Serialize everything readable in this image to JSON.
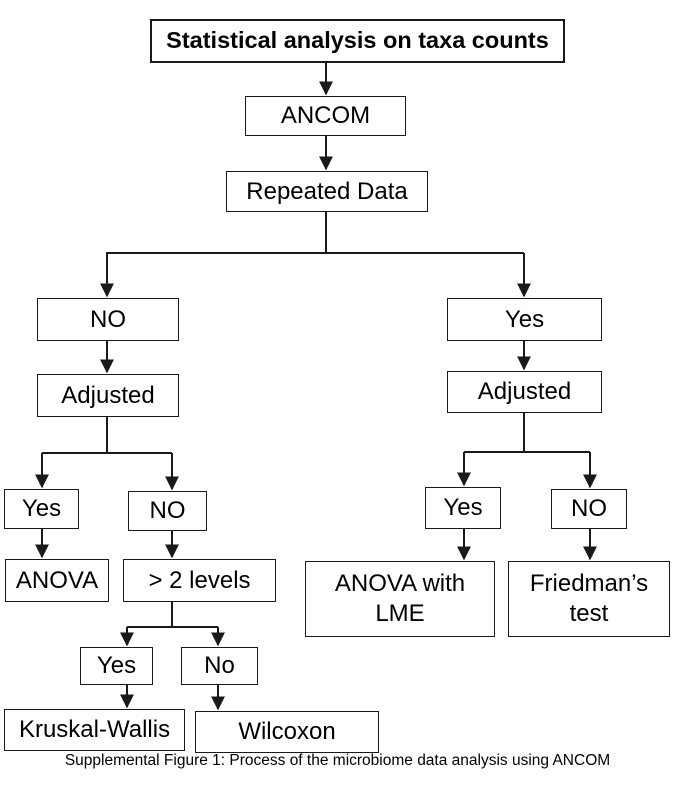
{
  "nodes": {
    "title": "Statistical analysis on taxa counts",
    "ancom": "ANCOM",
    "repeated": "Repeated Data",
    "no_left": "NO",
    "yes_right": "Yes",
    "adjusted_left": "Adjusted",
    "adjusted_right": "Adjusted",
    "yes_ll": "Yes",
    "no_lr": "NO",
    "yes_rl": "Yes",
    "no_rr": "NO",
    "anova": "ANOVA",
    "levels": "> 2 levels",
    "anova_lme": "ANOVA with\nLME",
    "friedman": "Friedman’s\ntest",
    "yes_bl": "Yes",
    "no_br": "No",
    "kruskal": "Kruskal-Wallis",
    "wilcoxon": "Wilcoxon"
  },
  "caption": "Supplemental Figure 1: Process of the microbiome data analysis using ANCOM"
}
